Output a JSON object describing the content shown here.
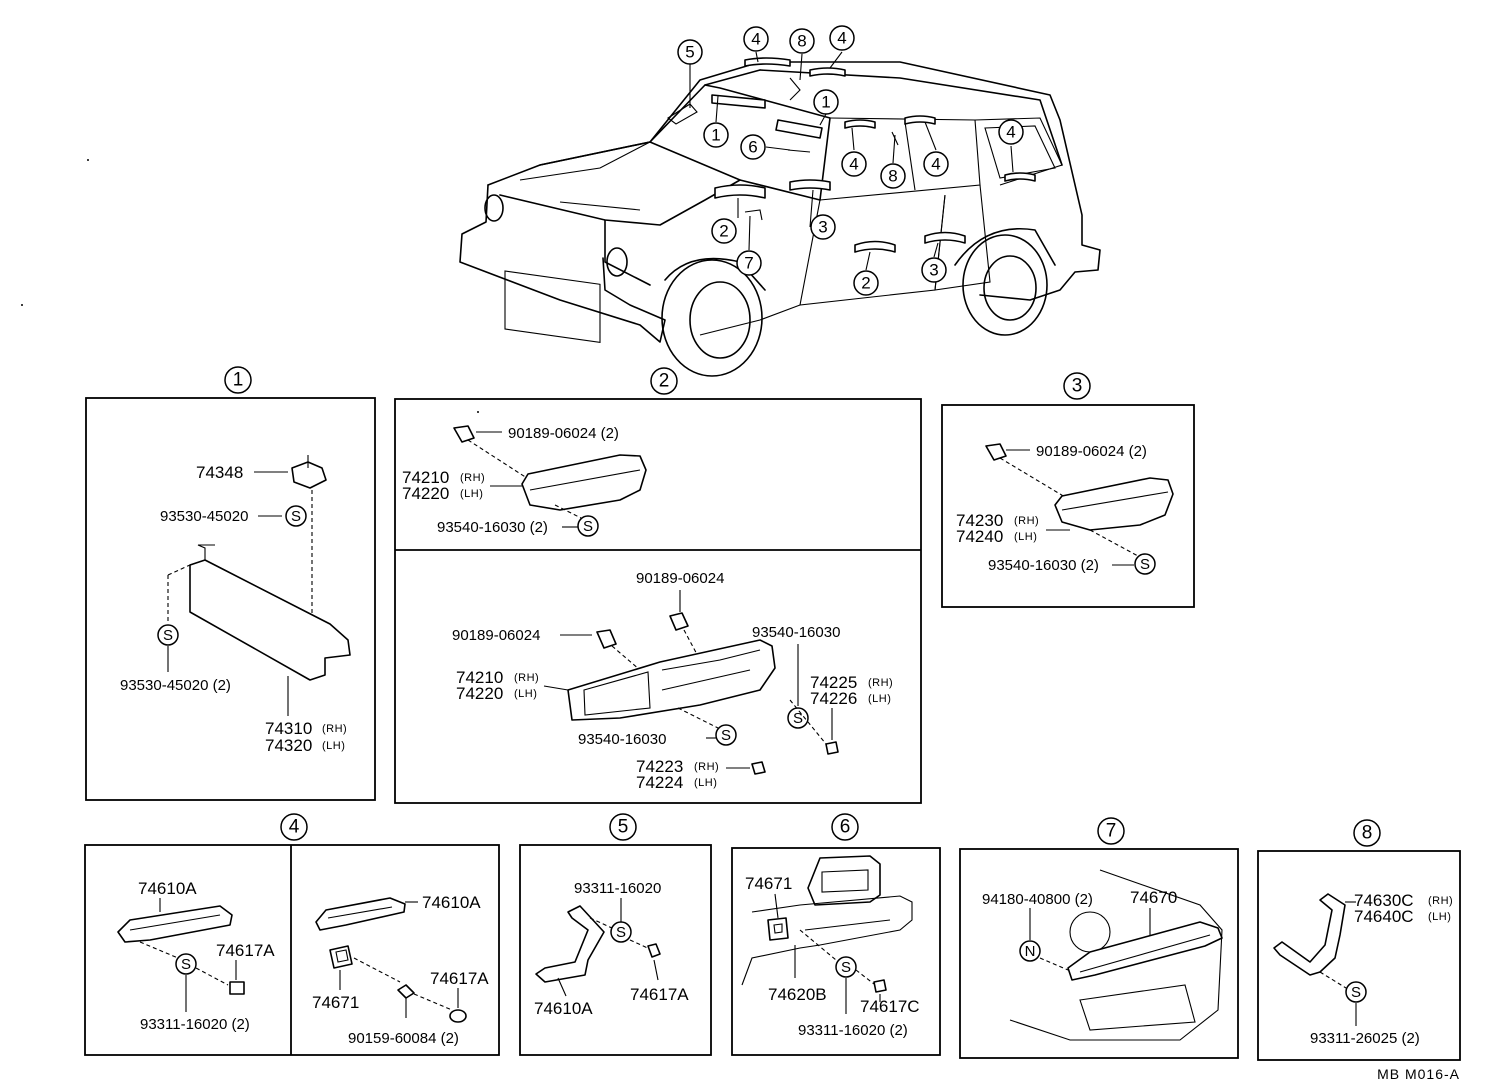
{
  "symbols": {
    "s": "S",
    "n": "N"
  },
  "car_callouts": [
    "1",
    "1",
    "2",
    "2",
    "3",
    "3",
    "4",
    "4",
    "4",
    "4",
    "4",
    "5",
    "6",
    "7",
    "8",
    "8"
  ],
  "sections": {
    "s1": {
      "num": "1",
      "p1": "74348",
      "p2": "93530-45020",
      "p3": "93530-45020 (2)",
      "p4": "74310",
      "p4s": "(RH)",
      "p5": "74320",
      "p5s": "(LH)"
    },
    "s2": {
      "num": "2",
      "a1": "90189-06024 (2)",
      "a2": "74210",
      "a2s": "(RH)",
      "a3": "74220",
      "a3s": "(LH)",
      "a4": "93540-16030 (2)",
      "b1": "90189-06024",
      "b2": "90189-06024",
      "b3": "93540-16030",
      "b4": "74210",
      "b4s": "(RH)",
      "b5": "74220",
      "b5s": "(LH)",
      "b6": "74225",
      "b6s": "(RH)",
      "b7": "74226",
      "b7s": "(LH)",
      "b8": "93540-16030",
      "b9": "74223",
      "b9s": "(RH)",
      "b10": "74224",
      "b10s": "(LH)"
    },
    "s3": {
      "num": "3",
      "p1": "90189-06024 (2)",
      "p2": "74230",
      "p2s": "(RH)",
      "p3": "74240",
      "p3s": "(LH)",
      "p4": "93540-16030 (2)"
    },
    "s4": {
      "num": "4",
      "a1": "74610A",
      "a2": "74617A",
      "a3": "93311-16020 (2)",
      "b1": "74610A",
      "b2": "74617A",
      "b3": "74671",
      "b4": "90159-60084 (2)"
    },
    "s5": {
      "num": "5",
      "p1": "93311-16020",
      "p2": "74610A",
      "p3": "74617A"
    },
    "s6": {
      "num": "6",
      "p1": "74671",
      "p2": "74620B",
      "p3": "74617C",
      "p4": "93311-16020 (2)"
    },
    "s7": {
      "num": "7",
      "p1": "94180-40800 (2)",
      "p2": "74670"
    },
    "s8": {
      "num": "8",
      "p1": "74630C",
      "p1s": "(RH)",
      "p2": "74640C",
      "p2s": "(LH)",
      "p3": "93311-26025 (2)"
    }
  },
  "ref_code": "MB  M016-A"
}
